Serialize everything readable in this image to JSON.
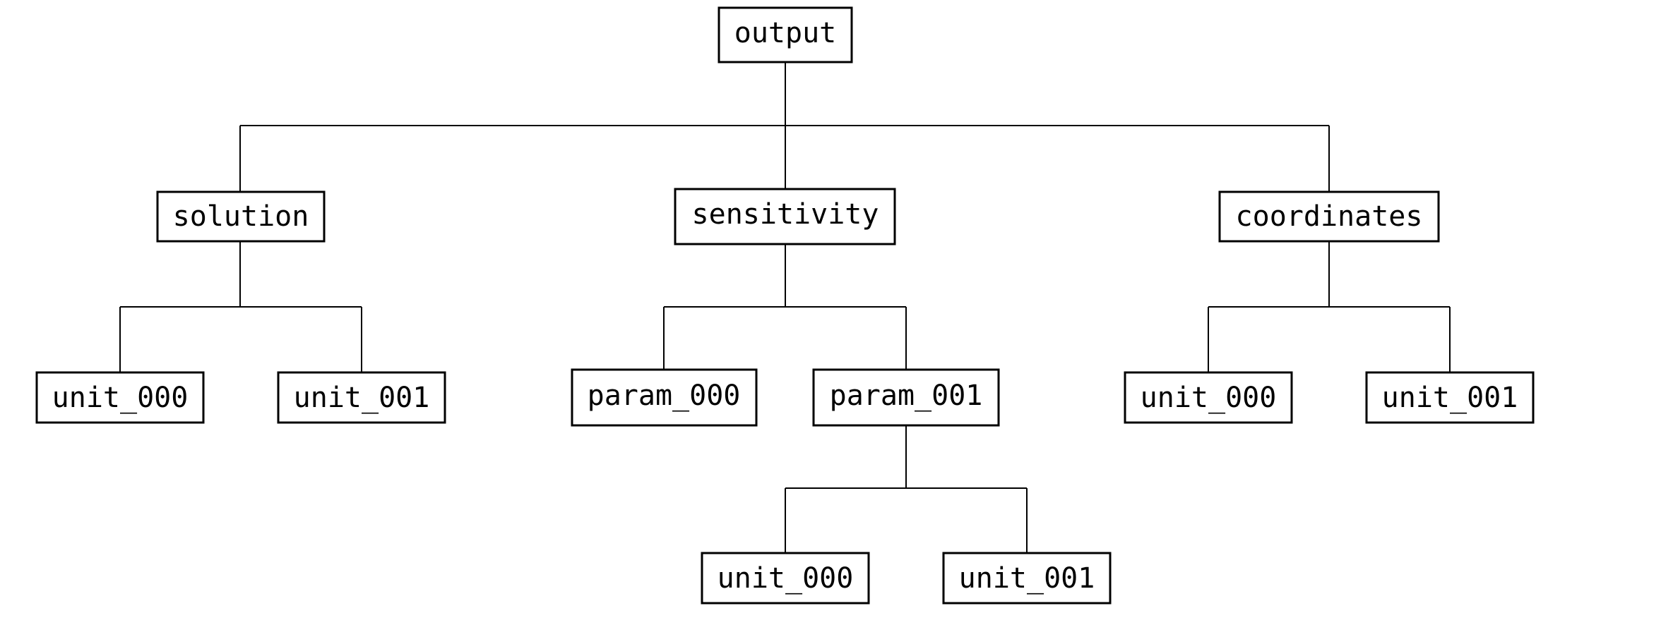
{
  "tree": {
    "root": {
      "label": "output",
      "children": [
        {
          "label": "solution",
          "children": [
            {
              "label": "unit_000"
            },
            {
              "label": "unit_001"
            }
          ]
        },
        {
          "label": "sensitivity",
          "children": [
            {
              "label": "param_000"
            },
            {
              "label": "param_001",
              "children": [
                {
                  "label": "unit_000"
                },
                {
                  "label": "unit_001"
                }
              ]
            }
          ]
        },
        {
          "label": "coordinates",
          "children": [
            {
              "label": "unit_000"
            },
            {
              "label": "unit_001"
            }
          ]
        }
      ]
    }
  }
}
